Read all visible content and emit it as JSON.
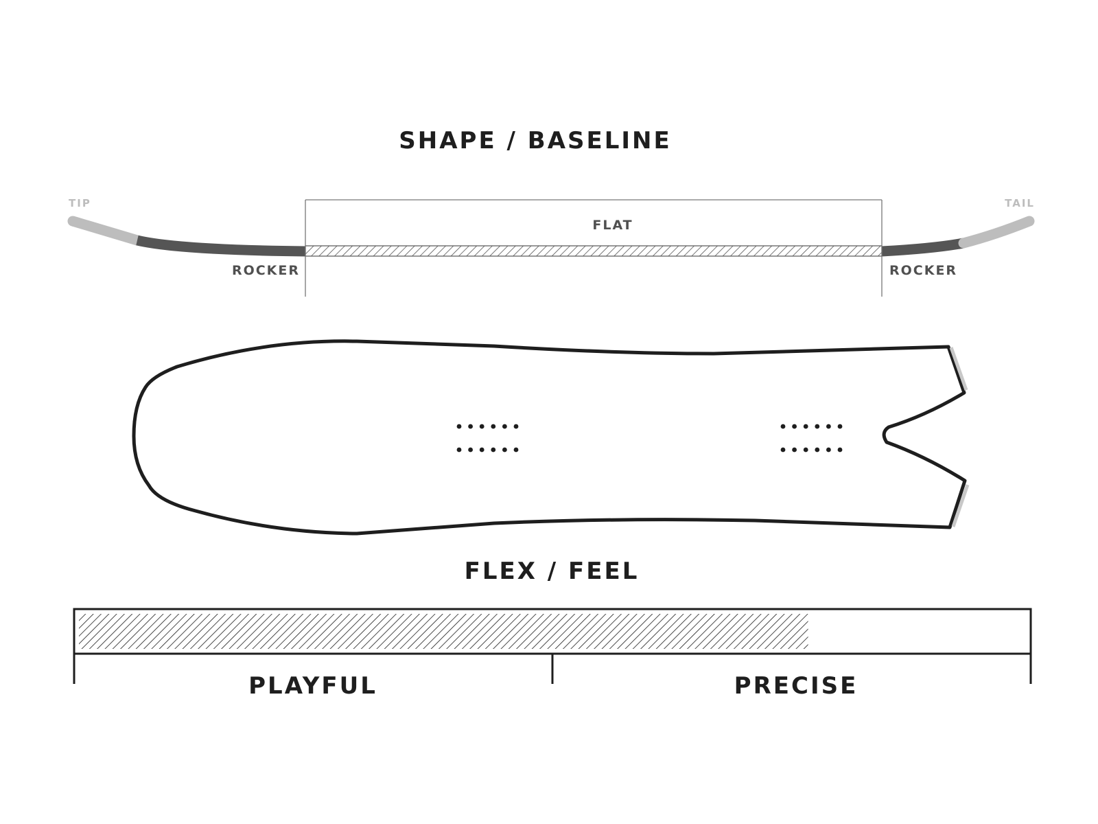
{
  "shape_baseline": {
    "title": "SHAPE / BASELINE",
    "tip_label": "TIP",
    "tail_label": "TAIL",
    "flat_label": "FLAT",
    "rocker_left_label": "ROCKER",
    "rocker_right_label": "ROCKER"
  },
  "flex_feel": {
    "title": "FLEX / FEEL",
    "left_label": "PLAYFUL",
    "right_label": "PRECISE",
    "level_fraction": 0.77
  },
  "colors": {
    "outline": "#1e1e1e",
    "rocker_dark": "#555555",
    "rocker_light": "#bdbdbd",
    "hatch": "#1e1e1e"
  },
  "board": {
    "insert_groups": 2,
    "inserts_per_row": 6,
    "insert_rows": 2
  }
}
